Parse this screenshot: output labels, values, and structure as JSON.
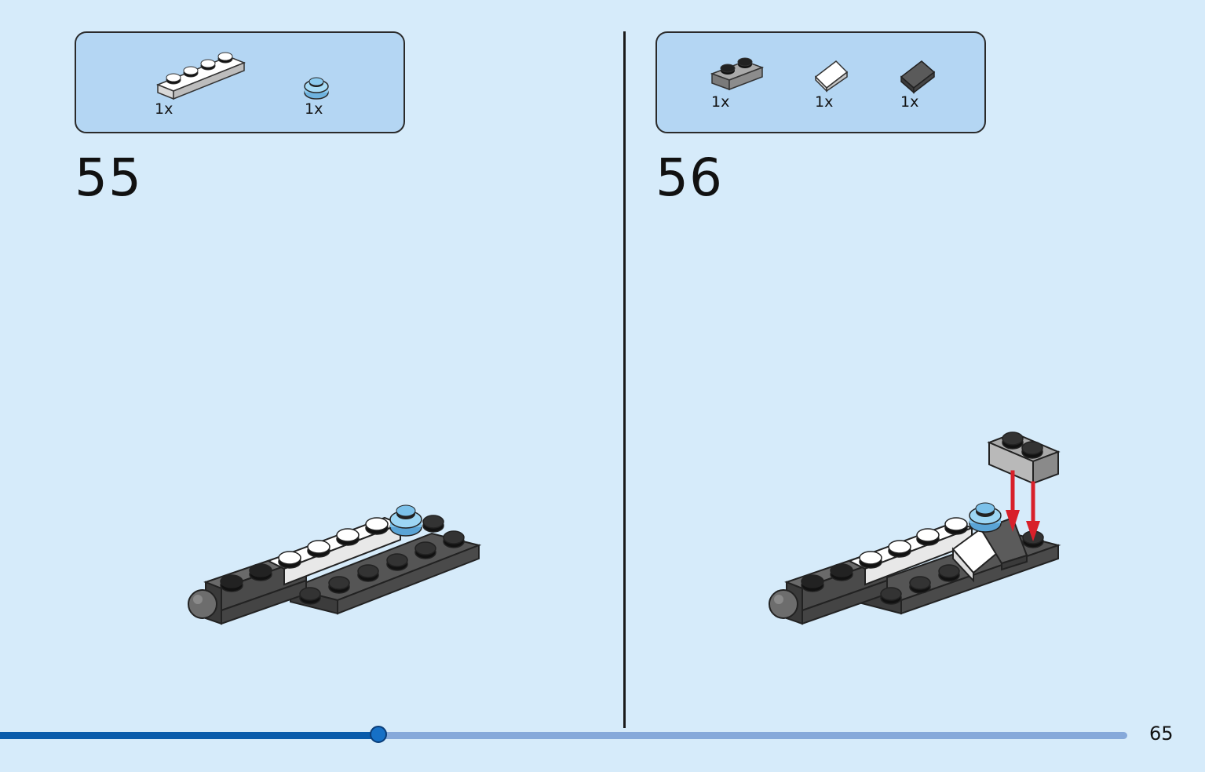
{
  "page_number": "65",
  "progress": {
    "value": 0.336
  },
  "steps": [
    {
      "number": "55",
      "parts": [
        {
          "icon": "white-plate-1x4-icon",
          "qty": "1x"
        },
        {
          "icon": "trans-light-blue-round-plate-icon",
          "qty": "1x"
        }
      ]
    },
    {
      "number": "56",
      "parts": [
        {
          "icon": "grey-plate-1x2-icon",
          "qty": "1x"
        },
        {
          "icon": "white-slope-icon",
          "qty": "1x"
        },
        {
          "icon": "dark-grey-slope-icon",
          "qty": "1x"
        }
      ]
    }
  ],
  "colors": {
    "background": "#d6ebfa",
    "parts_box": "#b4d6f3",
    "progress_fill": "#0a5cab",
    "progress_track": "#86a9da",
    "arrow": "#d8202a"
  }
}
